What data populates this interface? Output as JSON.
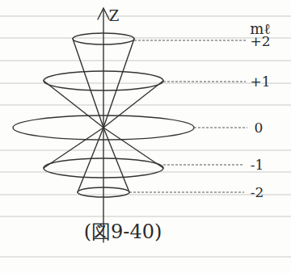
{
  "diagram": {
    "caption": "(図9-40)",
    "labels": [
      "Z",
      "mℓ",
      "+2",
      "+1",
      "0",
      "-1",
      "-2"
    ]
  }
}
